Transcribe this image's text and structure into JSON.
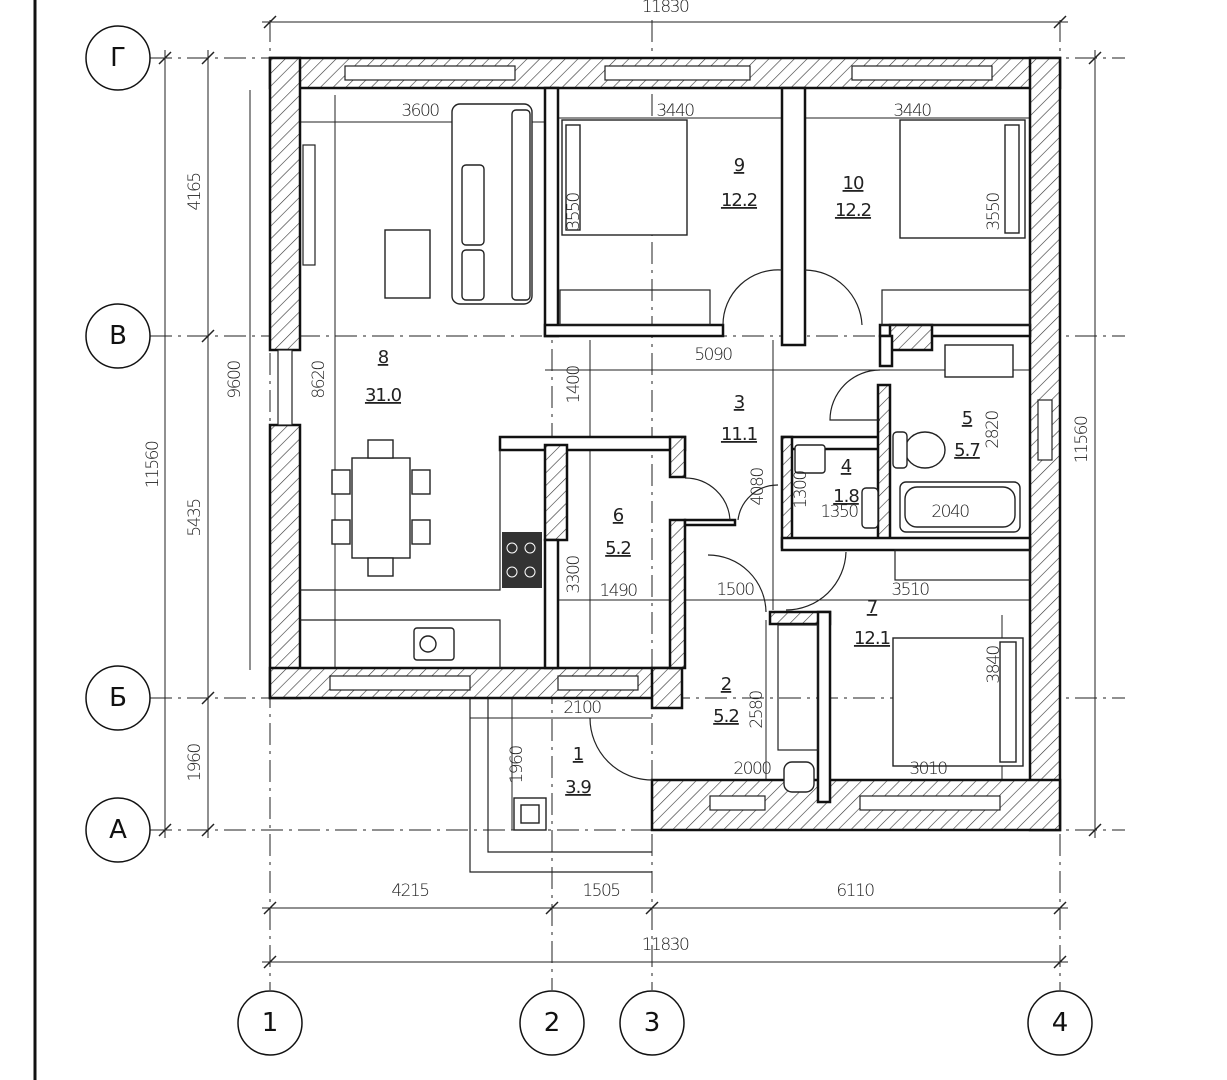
{
  "axes": {
    "rows": [
      "Г",
      "В",
      "Б",
      "А"
    ],
    "cols": [
      "1",
      "2",
      "3",
      "4"
    ]
  },
  "rooms": [
    {
      "number": "1",
      "area": "3.9"
    },
    {
      "number": "2",
      "area": "5.2"
    },
    {
      "number": "3",
      "area": "11.1"
    },
    {
      "number": "4",
      "area": "1.8"
    },
    {
      "number": "5",
      "area": "5.7"
    },
    {
      "number": "6",
      "area": "5.2"
    },
    {
      "number": "7",
      "area": "12.1"
    },
    {
      "number": "8",
      "area": "31.0"
    },
    {
      "number": "9",
      "area": "12.2"
    },
    {
      "number": "10",
      "area": "12.2"
    }
  ],
  "dimensions": {
    "overall_top": "11830",
    "overall_bottom": "11830",
    "bottom_segments": [
      "4215",
      "1505",
      "6110"
    ],
    "left_segments": [
      "4165",
      "5435",
      "1960"
    ],
    "left_overall": "11560",
    "right_overall": "11560",
    "left_9600": "9600",
    "living_width": "3600",
    "living_depth": "8620",
    "bedroom9_width": "3440",
    "bedroom9_depth": "3550",
    "bedroom10_width": "3440",
    "bedroom10_depth": "3550",
    "hall3_width": "5090",
    "hall3_depth": "1400",
    "hall3_len": "4080",
    "wc4_depth": "1300",
    "wc4_width": "1350",
    "bath5_depth": "2820",
    "bath5_width": "2040",
    "room6_depth": "3300",
    "room6_width": "1490",
    "hall2_width": "1500",
    "hall2_depth": "2580",
    "hall2_bottom": "2000",
    "porch_width": "2100",
    "porch_depth": "1960",
    "bedroom7_width": "3510",
    "bedroom7_depth": "3840",
    "bedroom7_bottom": "3010"
  }
}
